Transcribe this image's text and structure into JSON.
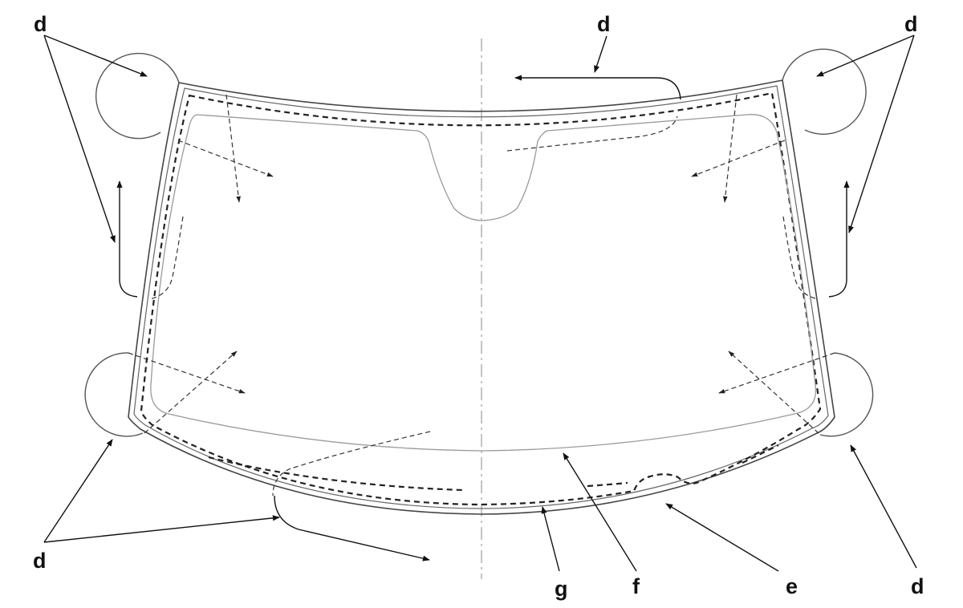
{
  "labels": {
    "top_left_d": "d",
    "top_center_d": "d",
    "top_right_d": "d",
    "bottom_left_d": "d",
    "bottom_right_d": "d",
    "g": "g",
    "f": "f",
    "e": "e"
  }
}
